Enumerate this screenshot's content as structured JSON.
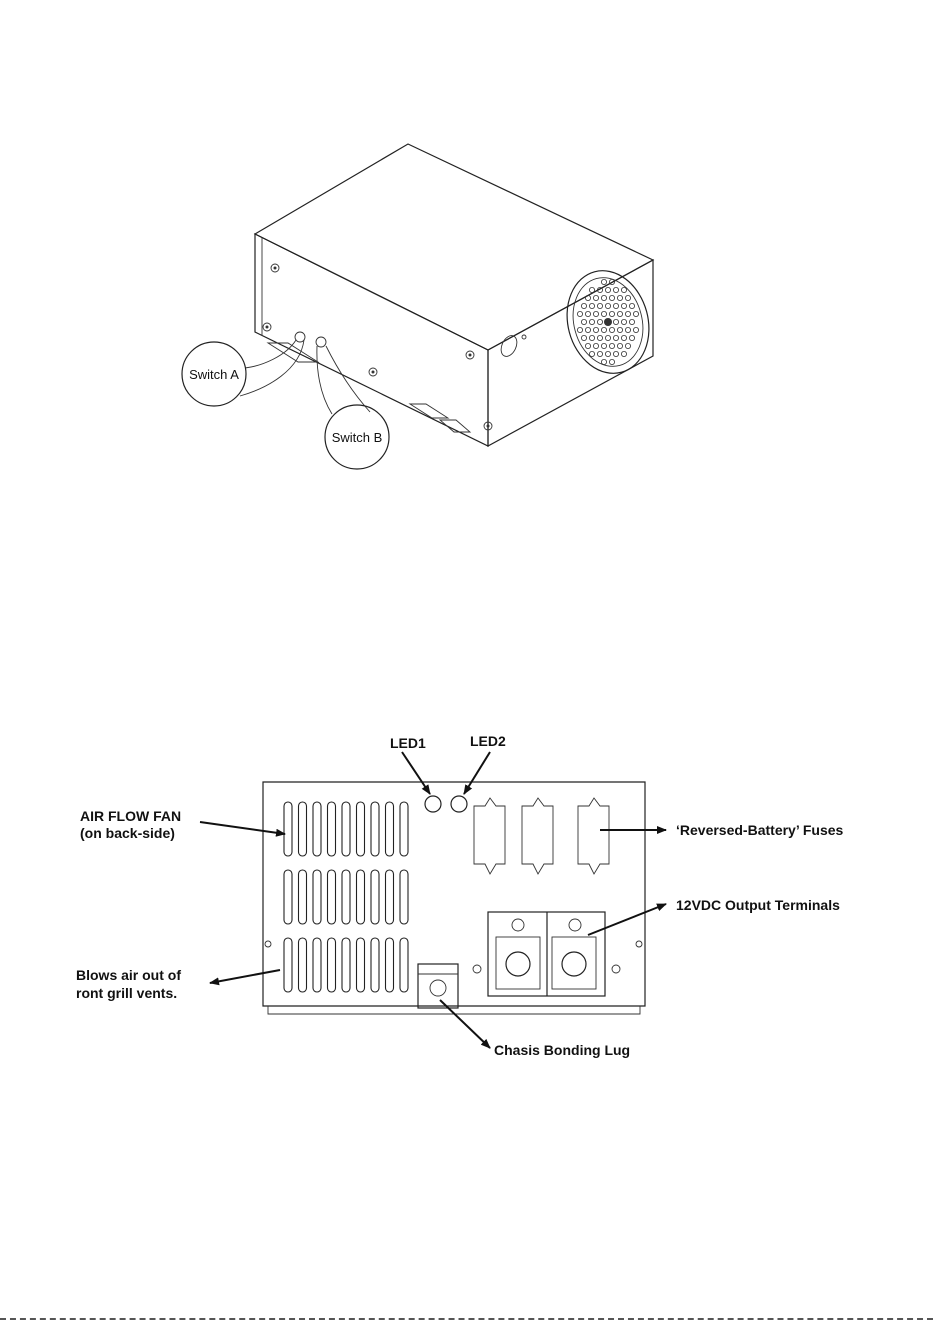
{
  "figure_top": {
    "callouts": {
      "switch_a": "Switch A",
      "switch_b": "Switch B"
    }
  },
  "figure_bottom": {
    "labels": {
      "led1": "LED1",
      "led2": "LED2",
      "air_flow_fan_line1": "AIR FLOW FAN",
      "air_flow_fan_line2": "(on back-side)",
      "blows_air_line1": "Blows air out of",
      "blows_air_line2": "ront grill vents.",
      "fuses": "‘Reversed-Battery’ Fuses",
      "output_terminals": "12VDC Output Terminals",
      "bonding_lug": "Chasis Bonding Lug"
    }
  }
}
